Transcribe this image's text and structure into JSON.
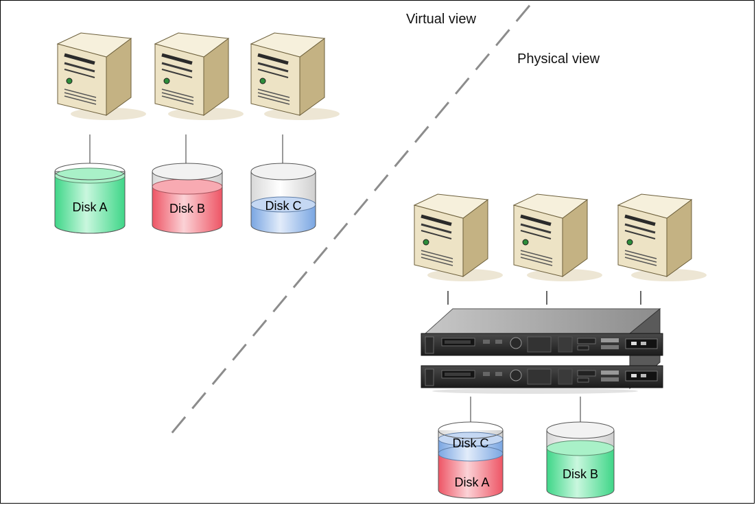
{
  "virtual_view_label": "Virtual view",
  "physical_view_label": "Physical view",
  "virtual": {
    "servers": [
      {
        "name": "server"
      },
      {
        "name": "server"
      },
      {
        "name": "server"
      }
    ],
    "disks": [
      {
        "label": "Disk A",
        "fill": "green"
      },
      {
        "label": "Disk B",
        "fill": "red"
      },
      {
        "label": "Disk C",
        "fill": "blue"
      }
    ]
  },
  "physical": {
    "servers": [
      {
        "name": "server"
      },
      {
        "name": "server"
      },
      {
        "name": "server"
      }
    ],
    "appliance": {
      "units": 2
    },
    "disk_stack": {
      "top_label": "Disk C",
      "bottom_label": "Disk A"
    },
    "disk_single": {
      "label": "Disk B"
    }
  },
  "colors": {
    "green": "#5fe39b",
    "red": "#f26b78",
    "blue": "#8fb5e8",
    "server_front": "#efe6cb",
    "server_side": "#c9b98c",
    "server_top": "#f8f3e0",
    "divider": "#8a8a8a"
  }
}
